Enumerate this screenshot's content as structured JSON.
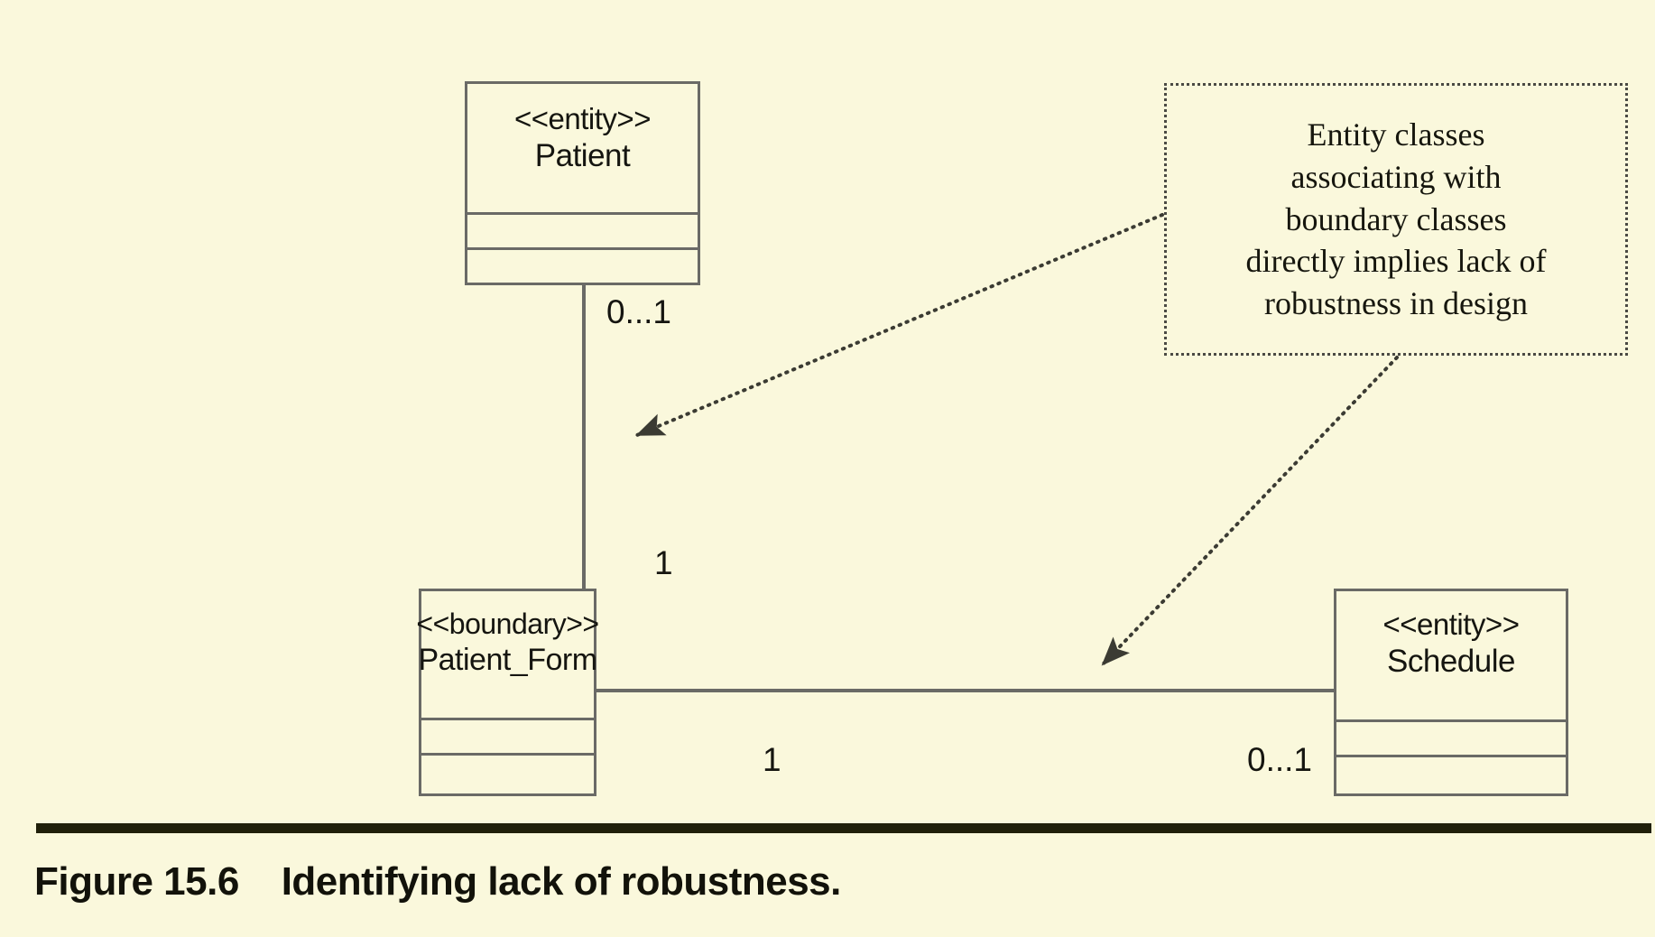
{
  "figure": {
    "caption_label": "Figure 15.6",
    "caption_title": "Identifying lack of robustness.",
    "caption_full": "Figure 15.6    Identifying lack of robustness.",
    "background_color": "#faf8dc",
    "line_color": "#6a6a66",
    "text_color": "#151510",
    "rule_color": "#20200a"
  },
  "classes": [
    {
      "id": "patient",
      "stereotype": "<<entity>>",
      "name": "Patient",
      "attributes": "",
      "operations": ""
    },
    {
      "id": "patient_form",
      "stereotype": "<<boundary>>",
      "name": "Patient_Form",
      "attributes": "",
      "operations": ""
    },
    {
      "id": "schedule",
      "stereotype": "<<entity>>",
      "name": "Schedule",
      "attributes": "",
      "operations": ""
    }
  ],
  "associations": [
    {
      "id": "patient-to-patient-form",
      "from": "patient",
      "to": "patient_form",
      "from_multiplicity": "0...1",
      "to_multiplicity": "1"
    },
    {
      "id": "patient-form-to-schedule",
      "from": "patient_form",
      "to": "schedule",
      "from_multiplicity": "1",
      "to_multiplicity": "0...1"
    }
  ],
  "note": {
    "text": "Entity classes\nassociating with\nboundary classes\ndirectly implies lack of\nrobustness in design",
    "border_style": "dotted",
    "leaders": [
      {
        "id": "leader-to-patient-association",
        "target": "patient-to-patient-form"
      },
      {
        "id": "leader-to-schedule-association",
        "target": "patient-form-to-schedule"
      }
    ]
  }
}
